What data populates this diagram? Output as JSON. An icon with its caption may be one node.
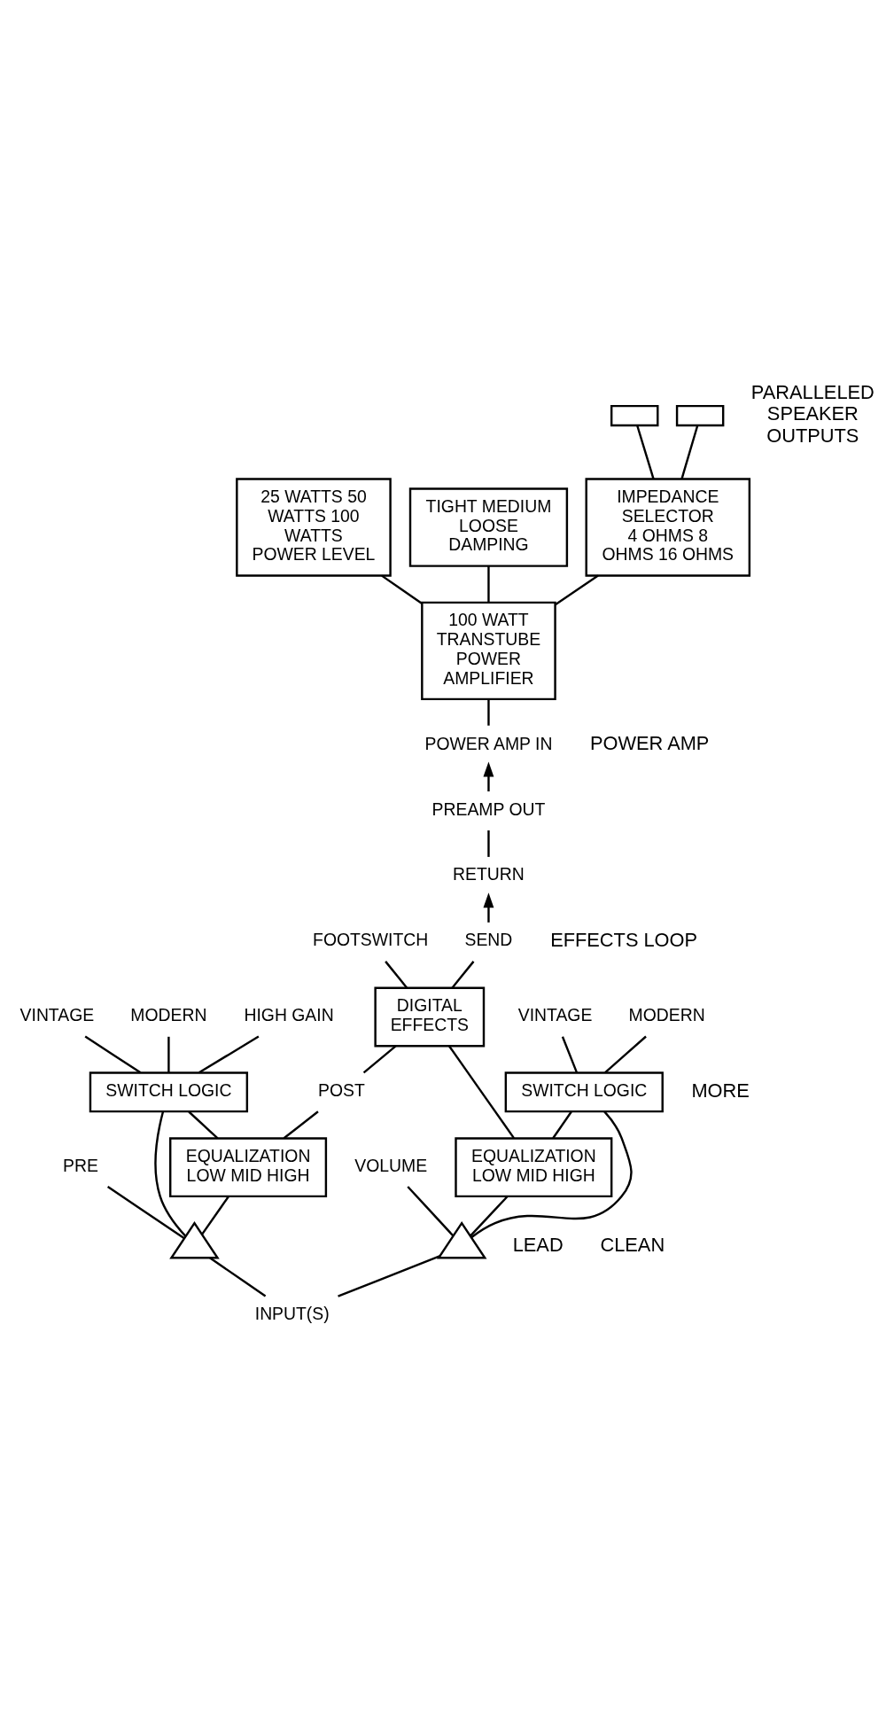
{
  "diagram": {
    "nodes": [
      {
        "text": [
          "INPUT(S)"
        ]
      },
      {
        "text": [],
        "shape": "triangle"
      },
      {
        "text": [
          "PRE"
        ]
      },
      {
        "text": [
          "EQUALIZATION",
          "LOW MID HIGH"
        ]
      },
      {
        "text": [
          "SWITCH LOGIC"
        ]
      },
      {
        "text": [
          "VINTAGE"
        ]
      },
      {
        "text": [
          "MODERN"
        ]
      },
      {
        "text": [
          "HIGH GAIN"
        ]
      },
      {
        "text": [
          "POST"
        ]
      },
      {
        "text": [],
        "shape": "triangle"
      },
      {
        "text": [
          "VOLUME"
        ]
      },
      {
        "text": [
          "EQUALIZATION",
          "LOW MID HIGH"
        ]
      },
      {
        "text": [
          "SWITCH LOGIC"
        ]
      },
      {
        "text": [
          "VINTAGE"
        ]
      },
      {
        "text": [
          "MODERN"
        ]
      },
      {
        "text": [
          "DIGITAL EFFECTS"
        ]
      },
      {
        "text": [
          "FOOTSWITCH"
        ]
      },
      {
        "text": [
          "SEND"
        ]
      },
      {
        "text": [
          "RETURN"
        ]
      },
      {
        "text": [
          "PREAMP OUT"
        ]
      },
      {
        "text": [
          "POWER AMP IN"
        ]
      },
      {
        "text": [
          "100 WATT TRANSTUBE POWER AMPLIFIER"
        ]
      },
      {
        "text": [
          "25 WATTS 50 WATTS 100 WATTS",
          "POWER LEVEL"
        ]
      },
      {
        "text": [
          "TIGHT MEDIUM LOOSE",
          "DAMPING"
        ]
      },
      {
        "text": [
          "IMPEDANCE SELECTOR",
          "4 OHMS 8 OHMS 16 OHMS"
        ]
      },
      {
        "text": [],
        "shape": "box"
      },
      {
        "text": [],
        "shape": "box"
      }
    ],
    "edges": [
      {
        "from": 0,
        "to": 1,
        "arrow": "none"
      },
      {
        "from": 0,
        "to": 9,
        "arrow": "none"
      },
      {
        "from": 1,
        "to": 3,
        "arrow": "none"
      },
      {
        "from": 1,
        "to": 2,
        "arrow": "none"
      },
      {
        "from": 1,
        "to": 4,
        "arrow": "none"
      },
      {
        "from": 3,
        "to": 4,
        "arrow": "none"
      },
      {
        "from": 4,
        "to": 5,
        "arrow": "none"
      },
      {
        "from": 4,
        "to": 6,
        "arrow": "none"
      },
      {
        "from": 4,
        "to": 7,
        "arrow": "none"
      },
      {
        "from": 3,
        "to": 8,
        "arrow": "none"
      },
      {
        "from": 8,
        "to": 15,
        "arrow": "none"
      },
      {
        "from": 9,
        "to": 11,
        "arrow": "none"
      },
      {
        "from": 9,
        "to": 10,
        "arrow": "none"
      },
      {
        "from": 9,
        "to": 12,
        "arrow": "none"
      },
      {
        "from": 11,
        "to": 12,
        "arrow": "none"
      },
      {
        "from": 12,
        "to": 13,
        "arrow": "none"
      },
      {
        "from": 12,
        "to": 14,
        "arrow": "none"
      },
      {
        "from": 11,
        "to": 15,
        "arrow": "none"
      },
      {
        "from": 15,
        "to": 16,
        "arrow": "none"
      },
      {
        "from": 15,
        "to": 17,
        "arrow": "none"
      },
      {
        "from": 17,
        "to": 18,
        "arrow": "to"
      },
      {
        "from": 18,
        "to": 19,
        "arrow": "none"
      },
      {
        "from": 19,
        "to": 20,
        "arrow": "to"
      },
      {
        "from": 20,
        "to": 21,
        "arrow": "none"
      },
      {
        "from": 21,
        "to": 22,
        "arrow": "none"
      },
      {
        "from": 21,
        "to": 23,
        "arrow": "none"
      },
      {
        "from": 21,
        "to": 24,
        "arrow": "none"
      },
      {
        "from": 24,
        "to": 25,
        "arrow": "none"
      },
      {
        "from": 24,
        "to": 26,
        "arrow": "none"
      }
    ],
    "labels": [
      "LEAD",
      "CLEAN",
      "MORE",
      "PARALLELED SPEAKER OUTPUTS",
      "EFFECTS LOOP",
      "POWER AMP"
    ]
  }
}
